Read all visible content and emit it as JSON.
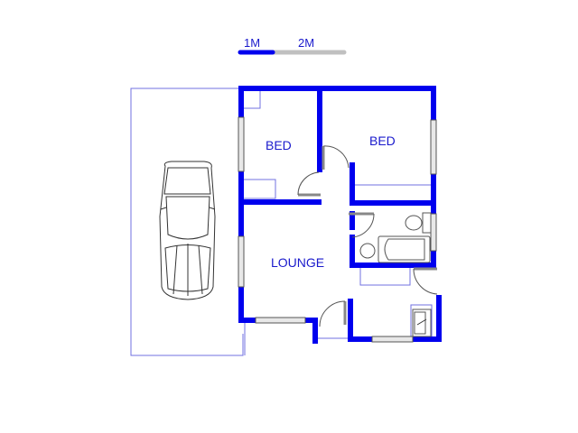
{
  "scale_bar": {
    "labels": [
      "1M",
      "2M"
    ],
    "filled_color": "#0000ee",
    "empty_color": "#c0c0c0"
  },
  "rooms": [
    {
      "id": "bed-1",
      "label": "BED"
    },
    {
      "id": "bed-2",
      "label": "BED"
    },
    {
      "id": "lounge",
      "label": "LOUNGE"
    }
  ],
  "colors": {
    "wall": "#0000ee",
    "outline": "#7070e0",
    "label": "#1a1acc"
  },
  "features": [
    "carport-with-car",
    "bathroom-toilet",
    "bathroom-bath",
    "bathroom-basin",
    "kitchen-sink"
  ]
}
